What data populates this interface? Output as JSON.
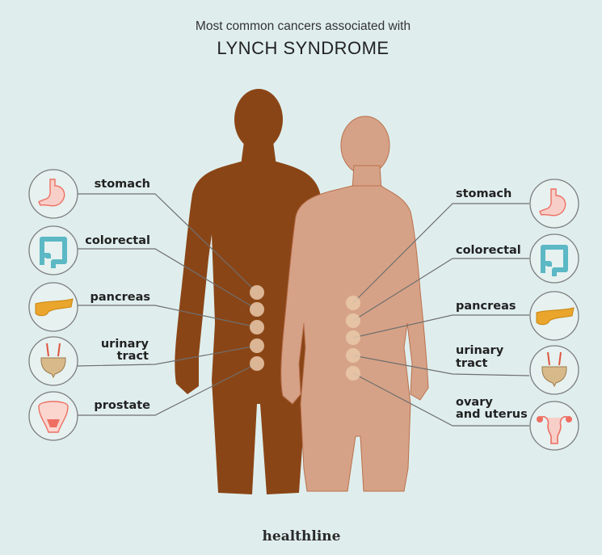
{
  "title": {
    "line1": "Most common cancers associated with",
    "line2": "LYNCH SYNDROME"
  },
  "male": {
    "items": [
      {
        "label": [
          "stomach"
        ],
        "icon": "stomach-icon"
      },
      {
        "label": [
          "colorectal"
        ],
        "icon": "colon-icon"
      },
      {
        "label": [
          "pancreas"
        ],
        "icon": "pancreas-icon"
      },
      {
        "label": [
          "urinary",
          "tract"
        ],
        "icon": "bladder-icon"
      },
      {
        "label": [
          "prostate"
        ],
        "icon": "prostate-icon"
      }
    ]
  },
  "female": {
    "items": [
      {
        "label": [
          "stomach"
        ],
        "icon": "stomach-icon"
      },
      {
        "label": [
          "colorectal"
        ],
        "icon": "colon-icon"
      },
      {
        "label": [
          "pancreas"
        ],
        "icon": "pancreas-icon"
      },
      {
        "label": [
          "urinary",
          "tract"
        ],
        "icon": "bladder-icon"
      },
      {
        "label": [
          "ovary",
          "and uterus"
        ],
        "icon": "uterus-icon"
      }
    ]
  },
  "brand": "healthline",
  "colors": {
    "background": "#dfeeed",
    "male_skin": "#8a4516",
    "female_skin": "#d6a287",
    "stomach": "#f7cfc8",
    "colon": "#5bb8c4",
    "pancreas": "#e9a52c",
    "bladder": "#d7b98a"
  }
}
